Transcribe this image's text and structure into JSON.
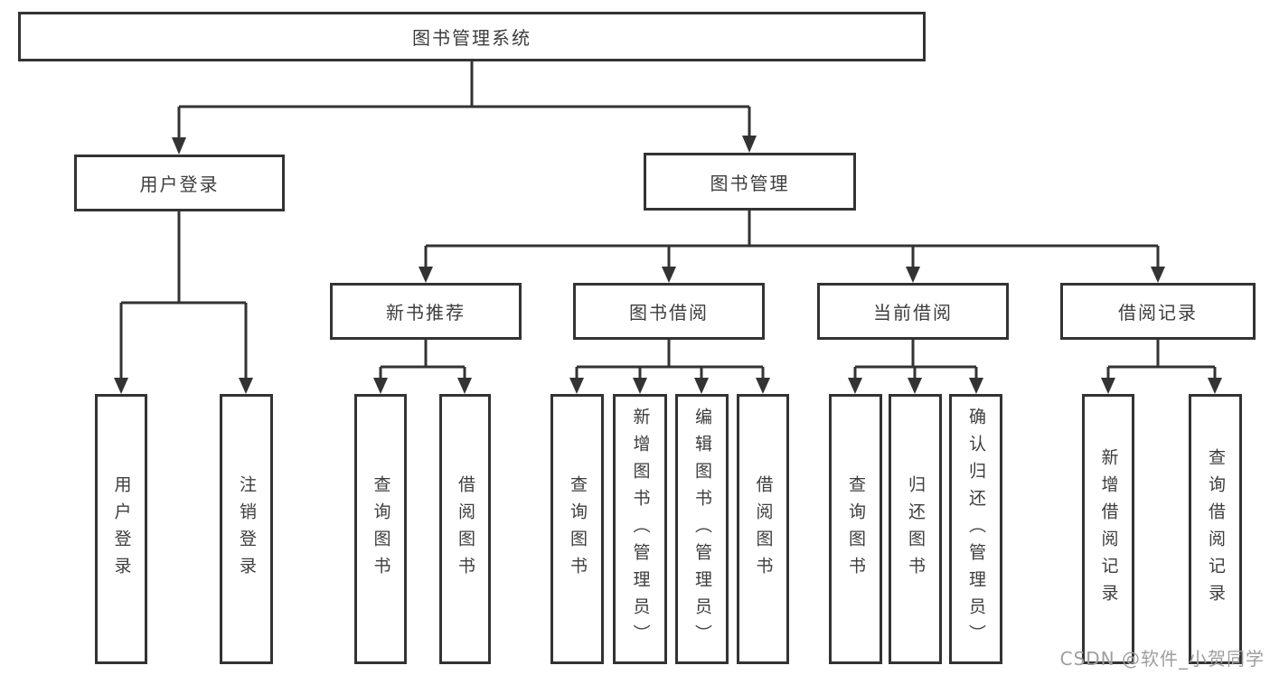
{
  "diagram": {
    "root_label": "图书管理系统",
    "branches": [
      {
        "label": "用户登录",
        "leaves": [
          "用户登录",
          "注销登录"
        ]
      },
      {
        "label": "图书管理",
        "groups": [
          {
            "label": "新书推荐",
            "leaves": [
              "查询图书",
              "借阅图书"
            ]
          },
          {
            "label": "图书借阅",
            "leaves": [
              "查询图书",
              "新增图书（管理员）",
              "编辑图书（管理员）",
              "借阅图书"
            ]
          },
          {
            "label": "当前借阅",
            "leaves": [
              "查询图书",
              "归还图书",
              "确认归还（管理员）"
            ]
          },
          {
            "label": "借阅记录",
            "leaves": [
              "新增借阅记录",
              "查询借阅记录"
            ]
          }
        ]
      }
    ]
  },
  "watermark": "CSDN @软件_小贺同学",
  "colors": {
    "line": "#333333",
    "box_border": "#333333",
    "text": "#3d3d3d",
    "watermark": "#9e9e9e",
    "background": "#ffffff"
  }
}
